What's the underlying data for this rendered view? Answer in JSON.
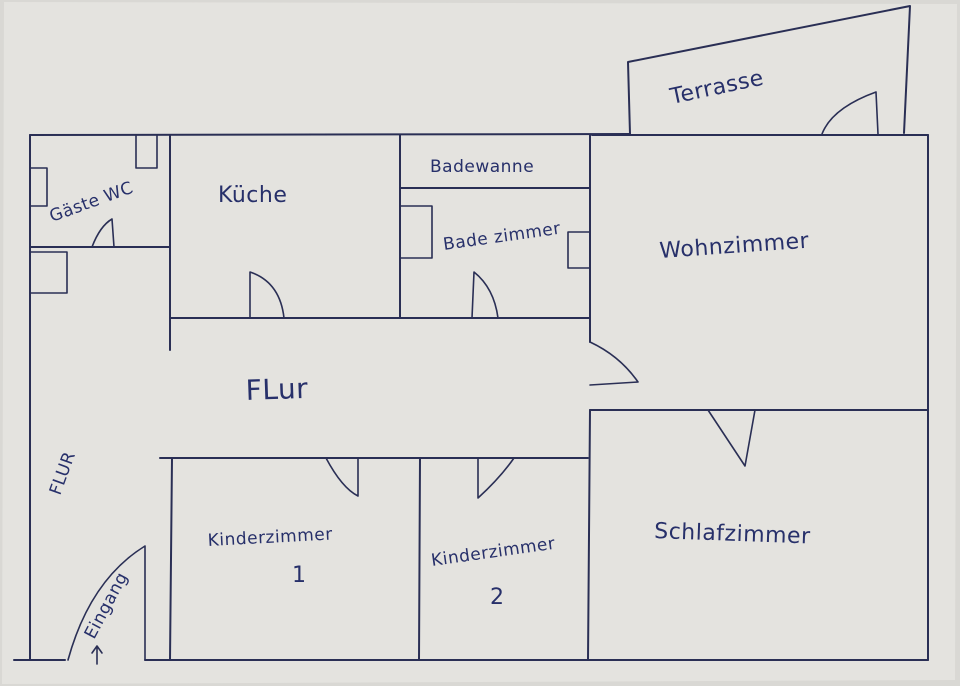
{
  "rooms": {
    "terrasse": "Terrasse",
    "gaeste_wc": "Gäste WC",
    "kueche": "Küche",
    "badewanne": "Badewanne",
    "badezimmer": "Bade zimmer",
    "wohnzimmer": "Wohnzimmer",
    "flur_main": "FLur",
    "flur_side": "FLUR",
    "kinderzimmer_1": "Kinderzimmer",
    "kinderzimmer_1_num": "1",
    "kinderzimmer_2": "Kinderzimmer",
    "kinderzimmer_2_num": "2",
    "schlafzimmer": "Schlafzimmer",
    "eingang": "Eingang"
  },
  "colors": {
    "paper": "#e6e5e1",
    "ink": "#2a2f55",
    "text": "#27306a"
  }
}
